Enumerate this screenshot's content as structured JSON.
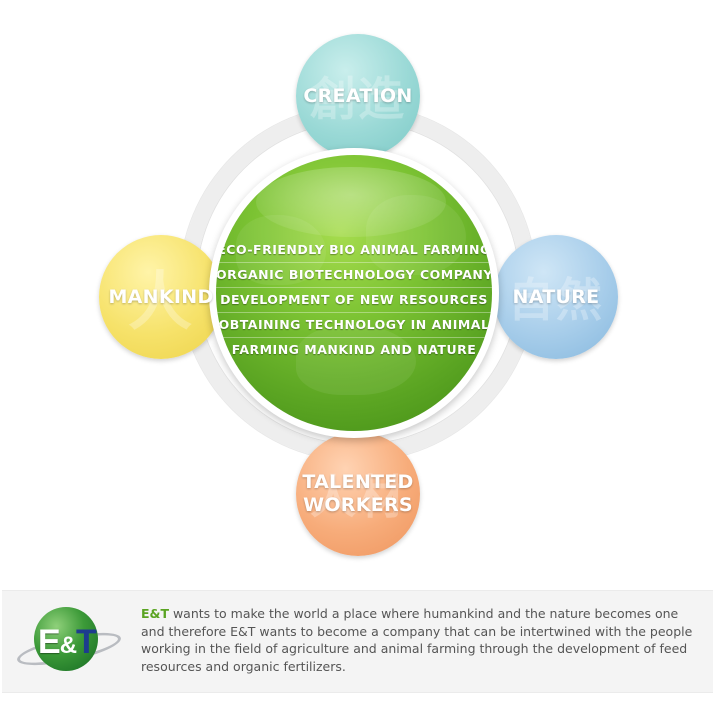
{
  "diagram": {
    "satellites": {
      "creation": {
        "label": "CREATION",
        "watermark": "創造",
        "color": "#9ad9d6"
      },
      "mankind": {
        "label": "MANKIND",
        "watermark": "人",
        "color": "#f6e26a"
      },
      "nature": {
        "label": "NATURE",
        "watermark": "自然",
        "color": "#a7cdea"
      },
      "talented": {
        "label_line1": "TALENTED",
        "label_line2": "WORKERS",
        "watermark": "人材",
        "color": "#f7ac7a"
      }
    },
    "center": {
      "color": "#6fb52c",
      "lines": [
        "ECO-FRIENDLY BIO ANIMAL FARMING",
        "ORGANIC BIOTECHNOLOGY COMPANY",
        "DEVELOPMENT OF NEW RESOURCES",
        "OBTAINING TECHNOLOGY IN ANIMAL",
        "FARMING MANKIND AND NATURE"
      ]
    }
  },
  "footer": {
    "logo": {
      "letter_e": "E",
      "ampersand": "&",
      "letter_t": "T"
    },
    "brand": "E&T",
    "text": " wants to make the world a place where humankind and the nature becomes one and therefore E&T wants to become a company that can be intertwined with the people working in the field of agriculture and animal farming through the development of feed resources and organic fertilizers.",
    "brand_color": "#5aa422"
  }
}
